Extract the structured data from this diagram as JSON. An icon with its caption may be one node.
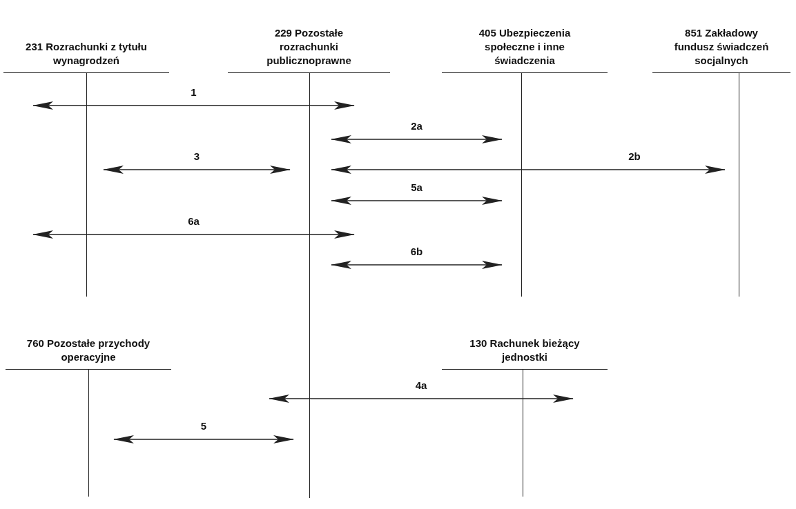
{
  "diagram": {
    "nodes": [
      {
        "text": [
          "231 Rozrachunki z tytułu wynagrodzeń"
        ]
      },
      {
        "text": [
          "229 Pozostałe rozrachunki publicznoprawne"
        ]
      },
      {
        "text": [
          "405 Ubezpieczenia społeczne i inne świadczenia"
        ]
      },
      {
        "text": [
          "851 Zakładowy fundusz świadczeń socjalnych"
        ]
      },
      {
        "text": [
          "760 Pozostałe przychody operacyjne"
        ]
      },
      {
        "text": [
          "130 Rachunek bieżący jednostki"
        ]
      }
    ],
    "edges": [
      {
        "from": 0,
        "to": 1,
        "arrow": "both",
        "label": "1"
      },
      {
        "from": 1,
        "to": 2,
        "arrow": "both",
        "label": "2a"
      },
      {
        "from": 0,
        "to": 1,
        "arrow": "both",
        "label": "3"
      },
      {
        "from": 1,
        "to": 3,
        "arrow": "both",
        "label": "2b"
      },
      {
        "from": 1,
        "to": 2,
        "arrow": "both",
        "label": "5a"
      },
      {
        "from": 0,
        "to": 1,
        "arrow": "both",
        "label": "6a"
      },
      {
        "from": 1,
        "to": 2,
        "arrow": "both",
        "label": "6b"
      },
      {
        "from": 1,
        "to": 5,
        "arrow": "both",
        "label": "4a"
      },
      {
        "from": 4,
        "to": 1,
        "arrow": "both",
        "label": "5"
      }
    ]
  }
}
